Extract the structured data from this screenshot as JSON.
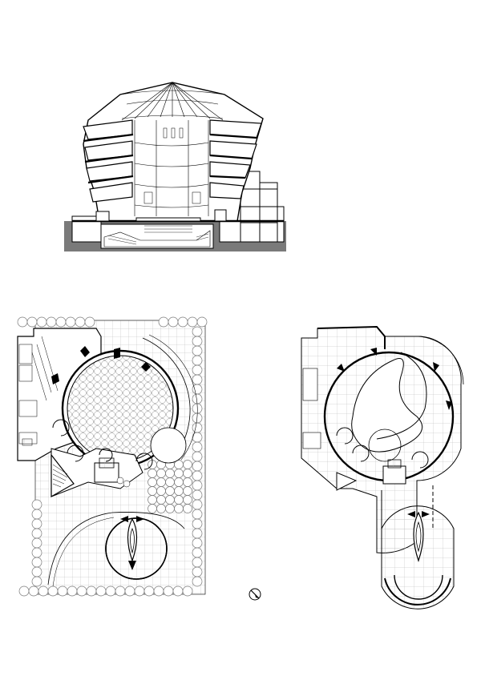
{
  "drawing": {
    "views": [
      {
        "id": "section",
        "kind": "building-section"
      },
      {
        "id": "ground-plan",
        "kind": "floor-plan"
      },
      {
        "id": "upper-plan",
        "kind": "floor-plan"
      }
    ],
    "north_arrow": {
      "icon": "north-arrow-icon"
    },
    "colors": {
      "line": "#000000",
      "ground": "#7a7a7a",
      "paper": "#ffffff",
      "grid": "#b4b4b4"
    }
  }
}
